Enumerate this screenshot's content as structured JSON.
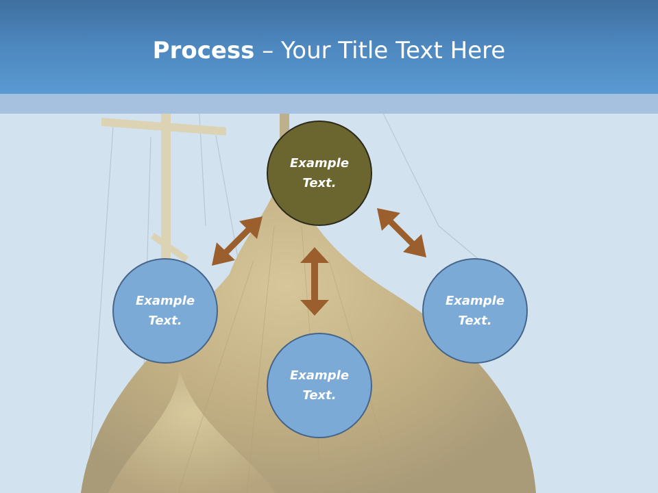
{
  "slide": {
    "title_strong": "Process",
    "title_dash": " – ",
    "title_rest": "Your Title Text Here"
  },
  "colors": {
    "header": "#4c86bd",
    "band": "#a6c0df",
    "background": "#d3e2ef",
    "node_blue": "#7aaad5",
    "node_olive": "#6b6630",
    "arrow": "#9a5f2c"
  },
  "nodes": {
    "top": {
      "line1": "Example",
      "line2": "Text."
    },
    "left": {
      "line1": "Example",
      "line2": "Text."
    },
    "right": {
      "line1": "Example",
      "line2": "Text."
    },
    "bottom": {
      "line1": "Example",
      "line2": "Text."
    }
  }
}
